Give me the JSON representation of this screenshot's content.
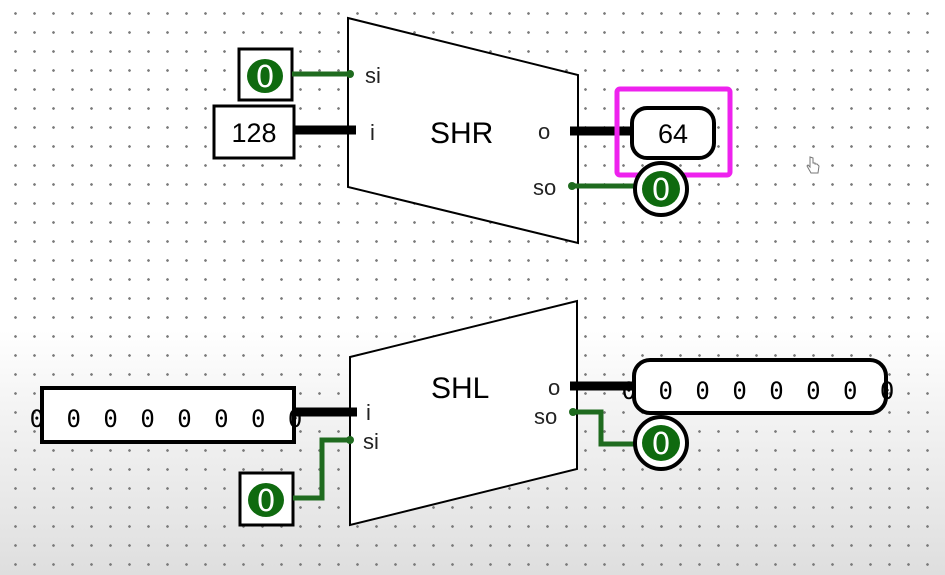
{
  "colors": {
    "wire_single": "#1f6b1f",
    "wire_bus": "#000000",
    "bit_fill": "#0f6a0f",
    "highlight": "#ee22ee"
  },
  "shr": {
    "title": "SHR",
    "pins": {
      "si": "si",
      "i": "i",
      "o": "o",
      "so": "so"
    },
    "input_si": "0",
    "input_i": "128",
    "output_o": "64",
    "output_so": "0"
  },
  "shl": {
    "title": "SHL",
    "pins": {
      "i": "i",
      "si": "si",
      "o": "o",
      "so": "so"
    },
    "input_i": "0 0 0 0 0 0 0 0",
    "input_si": "0",
    "output_o": "0 0 0 0 0 0 0 0",
    "output_so": "0"
  },
  "cursor_icon": "hand-pointer-icon"
}
